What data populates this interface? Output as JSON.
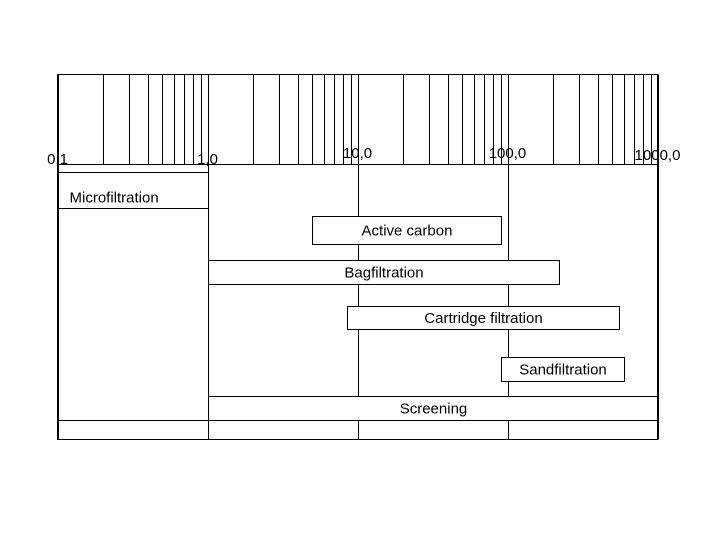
{
  "chart_data": {
    "type": "range-bar",
    "x_scale": "log",
    "xlim": [
      0.1,
      1000.0
    ],
    "tick_labels": [
      "0,1",
      "1,0",
      "10,0",
      "100,0",
      "1000,0"
    ],
    "tick_values": [
      0.1,
      1,
      10,
      100,
      1000
    ],
    "minor_gridlines": true,
    "bars": [
      {
        "name": "Microfiltration",
        "start": 0.1,
        "end": 1.0
      },
      {
        "name": "Active carbon",
        "start": 5,
        "end": 90
      },
      {
        "name": "Bagfiltration",
        "start": 1.0,
        "end": 220
      },
      {
        "name": "Cartridge filtration",
        "start": 8.5,
        "end": 550
      },
      {
        "name": "Sandfiltration",
        "start": 90,
        "end": 600
      },
      {
        "name": "Screening",
        "start": 1.0,
        "end": 1000.0
      }
    ]
  }
}
